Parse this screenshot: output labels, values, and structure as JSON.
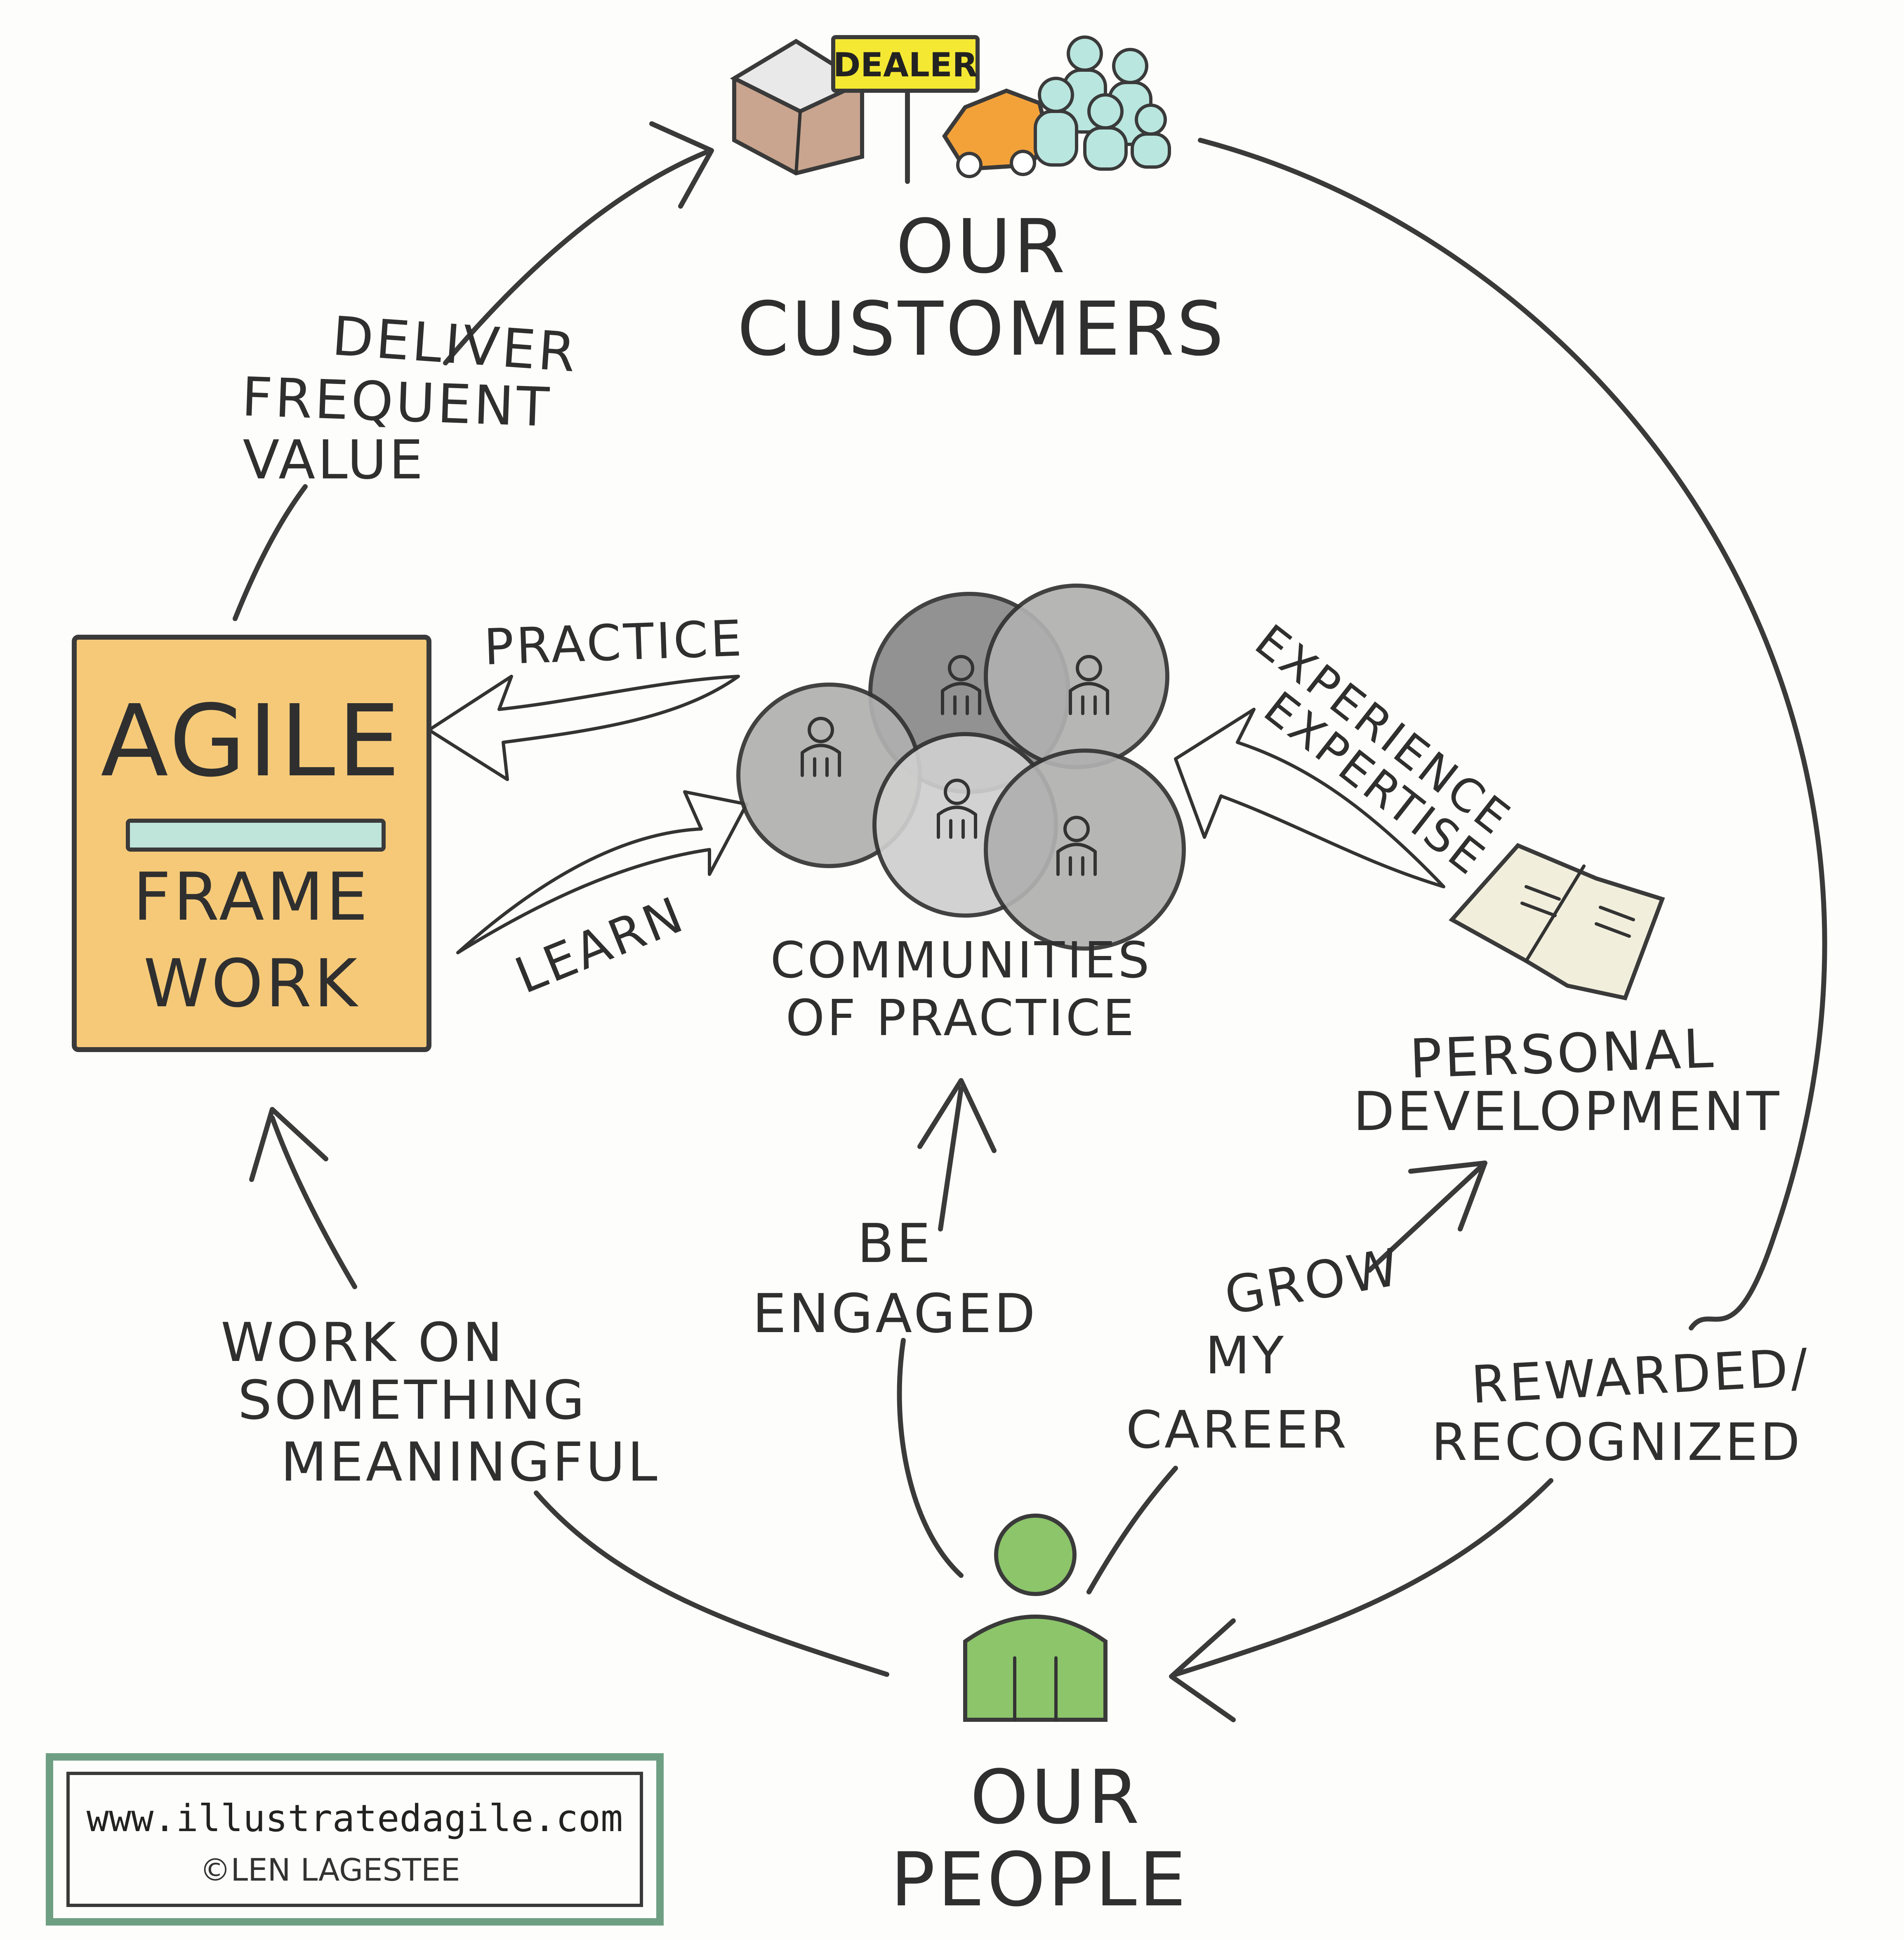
{
  "nodes": {
    "customers": {
      "line1": "OUR",
      "line2": "CUSTOMERS",
      "sign": "DEALER"
    },
    "framework": {
      "line1": "AGILE",
      "line2": "FRAME",
      "line3": "WORK"
    },
    "communities": {
      "line1": "COMMUNITIES",
      "line2": "OF PRACTICE"
    },
    "personal_dev": {
      "line1": "PERSONAL",
      "line2": "DEVELOPMENT"
    },
    "people": {
      "line1": "OUR",
      "line2": "PEOPLE"
    }
  },
  "edges": {
    "deliver": {
      "line1": "DELIVER",
      "line2": "FREQUENT",
      "line3": "VALUE"
    },
    "practice": "PRACTICE",
    "learn": "LEARN",
    "experience": "EXPERIENCE",
    "expertise": "EXPERTISE",
    "meaningful": {
      "line1": "WORK ON",
      "line2": "SOMETHING",
      "line3": "MEANINGFUL"
    },
    "engaged": {
      "line1": "BE",
      "line2": "ENGAGED"
    },
    "career": {
      "line1": "GROW",
      "line2": "MY",
      "line3": "CAREER"
    },
    "rewarded": {
      "line1": "REWARDED/",
      "line2": "RECOGNIZED"
    }
  },
  "footer": {
    "url": "www.illustratedagile.com",
    "copyright": "©LEN LAGESTEE"
  },
  "colors": {
    "framework_fill": "#f5c978",
    "bar": "#bfe4da",
    "arrow_fill": "#dbe6ef",
    "person": "#8cc56a",
    "crowd": "#b9e6df",
    "car": "#f3a23a",
    "sign": "#f4e832",
    "circle_dark": "#8a8a8a",
    "circle_mid": "#b0b0b0",
    "circle_light": "#cfcfcf",
    "box_border": "#6f9f83"
  }
}
